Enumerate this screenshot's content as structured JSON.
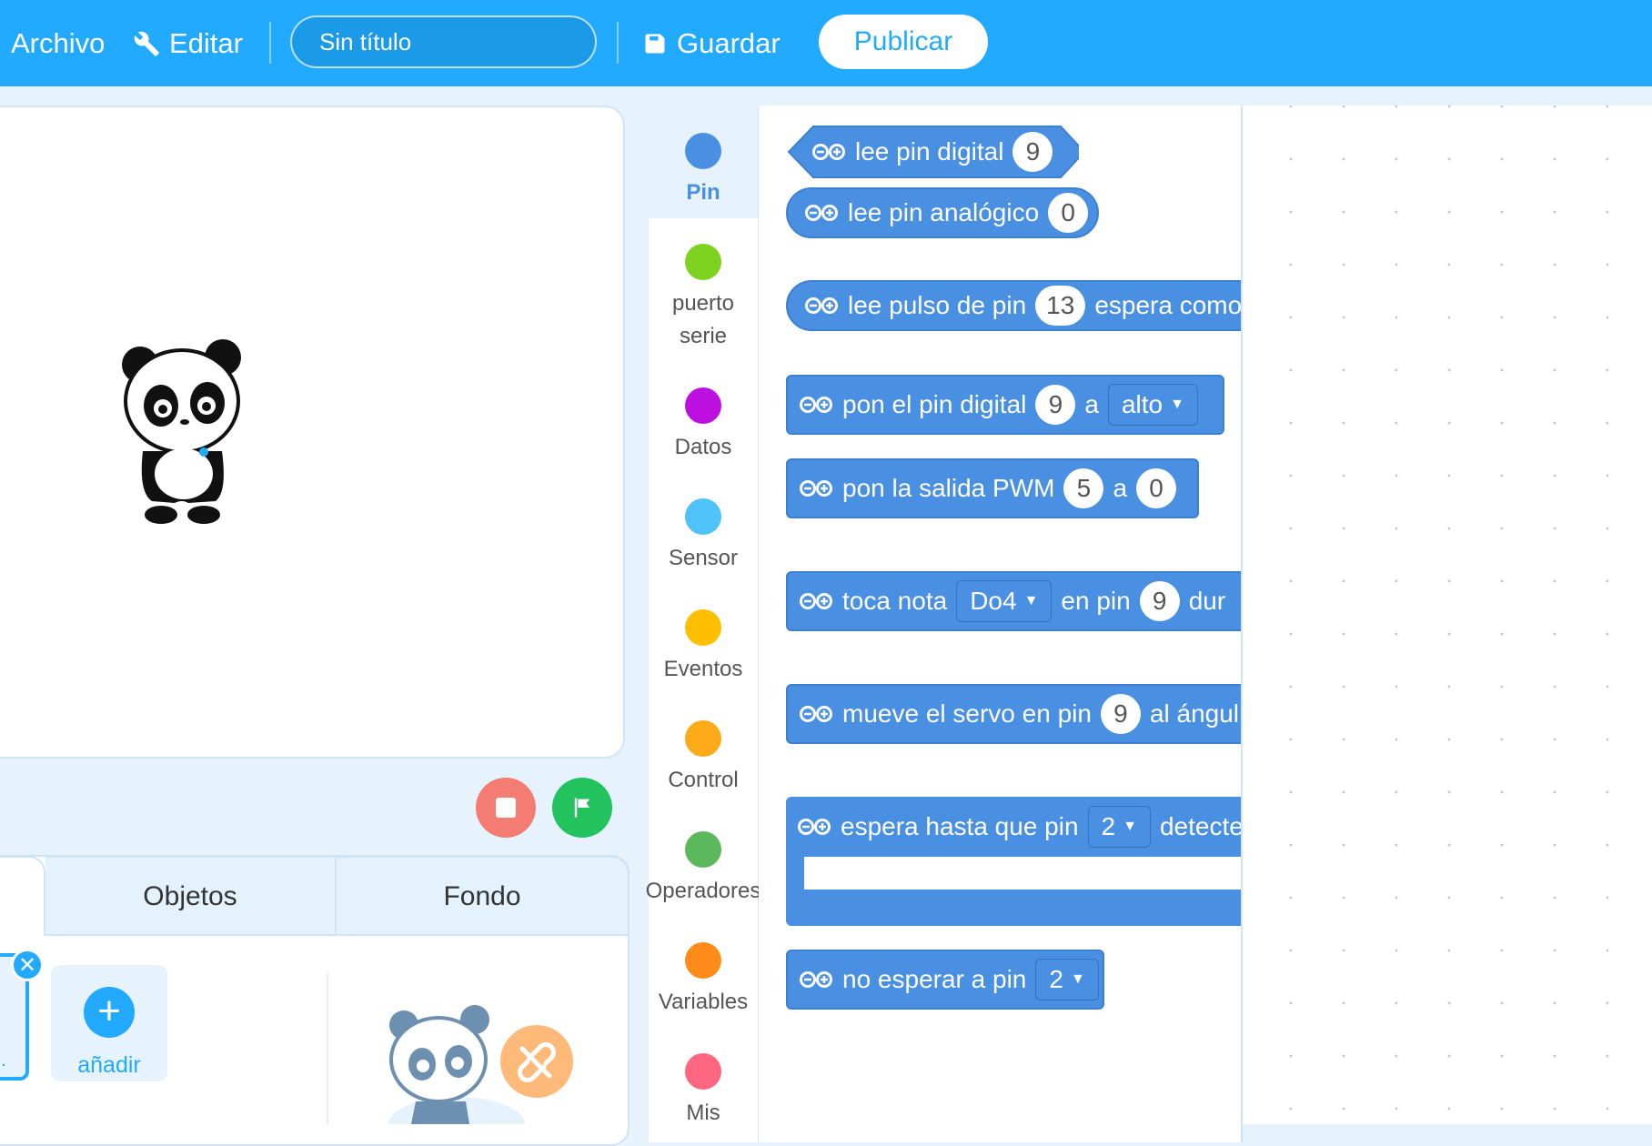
{
  "topbar": {
    "archivo_label": "Archivo",
    "editar_label": "Editar",
    "title_placeholder": "Sin título",
    "guardar_label": "Guardar",
    "publicar_label": "Publicar"
  },
  "sprite_tabs": {
    "objetos": "Objetos",
    "fondo": "Fondo"
  },
  "sprite_panel": {
    "thumb_dots": "...",
    "add_label": "añadir"
  },
  "categories": [
    {
      "label": "Pin",
      "color": "#4a90e2"
    },
    {
      "label": "puerto\nserie",
      "color": "#7ed321"
    },
    {
      "label": "Datos",
      "color": "#bd10e0"
    },
    {
      "label": "Sensor",
      "color": "#4fc3f7"
    },
    {
      "label": "Eventos",
      "color": "#ffbf00"
    },
    {
      "label": "Control",
      "color": "#ffab19"
    },
    {
      "label": "Operadores",
      "color": "#5cb85c"
    },
    {
      "label": "Variables",
      "color": "#ff8c1a"
    },
    {
      "label": "Mis",
      "color": "#ff6680"
    }
  ],
  "blocks": {
    "b1": {
      "text": "lee pin digital",
      "v1": "9"
    },
    "b2": {
      "text": "lee pin analógico",
      "v1": "0"
    },
    "b3": {
      "text": "lee pulso de pin",
      "v1": "13",
      "text2": "espera como"
    },
    "b4": {
      "text": "pon el pin digital",
      "v1": "9",
      "text2": "a",
      "dd": "alto"
    },
    "b5": {
      "text": "pon la salida PWM",
      "v1": "5",
      "text2": "a",
      "v2": "0"
    },
    "b6": {
      "text": "toca nota",
      "dd": "Do4",
      "text2": "en pin",
      "v1": "9",
      "text3": "dur"
    },
    "b7": {
      "text": "mueve el servo en pin",
      "v1": "9",
      "text2": "al ángul"
    },
    "b8": {
      "text": "espera hasta que pin",
      "dd": "2",
      "text2": "detecte"
    },
    "b9": {
      "text": "no esperar a pin",
      "dd": "2"
    }
  }
}
